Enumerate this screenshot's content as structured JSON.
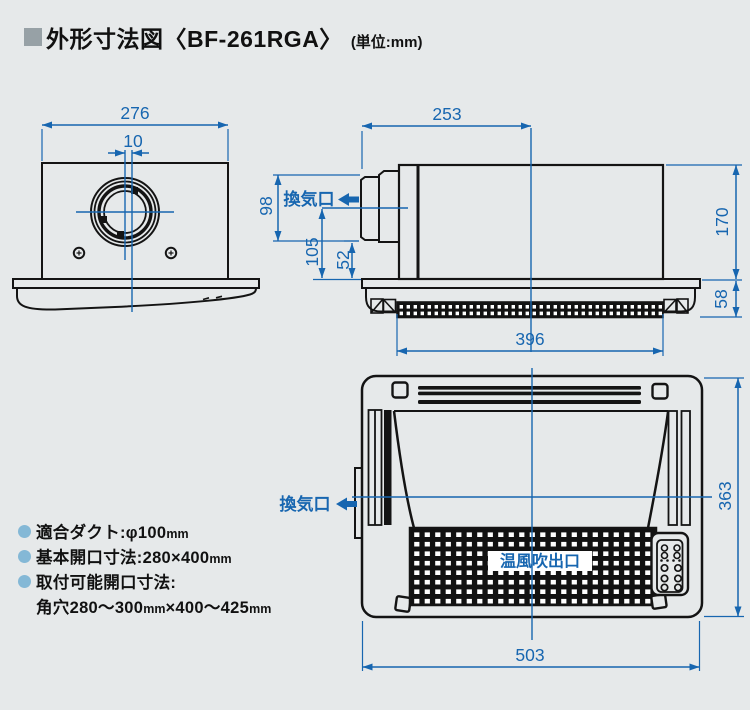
{
  "page": {
    "background": "#e6e9ea",
    "accent_blue": "#1766b0",
    "bullet_blue": "#84b8d6",
    "title_square_gray": "#97a1a6"
  },
  "header": {
    "title": "外形寸法図〈BF-261RGA〉",
    "unit_note": "(単位:mm)"
  },
  "labels": {
    "vent_side": "換気口",
    "vent_front": "換気口",
    "outlet": "温風吹出口"
  },
  "dimensions": {
    "side_width": "276",
    "duct_offset": "10",
    "duct_face_to_center": "253",
    "duct_diameter": "98",
    "duct_center_height": "105",
    "duct_to_panel": "52",
    "body_height": "170",
    "panel_thickness": "58",
    "grille_width": "396",
    "panel_height": "363",
    "panel_width": "503"
  },
  "notes": {
    "item1_label": "適合ダクト:φ100",
    "item1_unit": "mm",
    "item2_label": "基本開口寸法:280×400",
    "item2_unit": "mm",
    "item3_label": "取付可能開口寸法:",
    "item4_part1": "角穴280〜300",
    "item4_unit1": "mm",
    "item4_part2": "×400〜425",
    "item4_unit2": "mm"
  }
}
